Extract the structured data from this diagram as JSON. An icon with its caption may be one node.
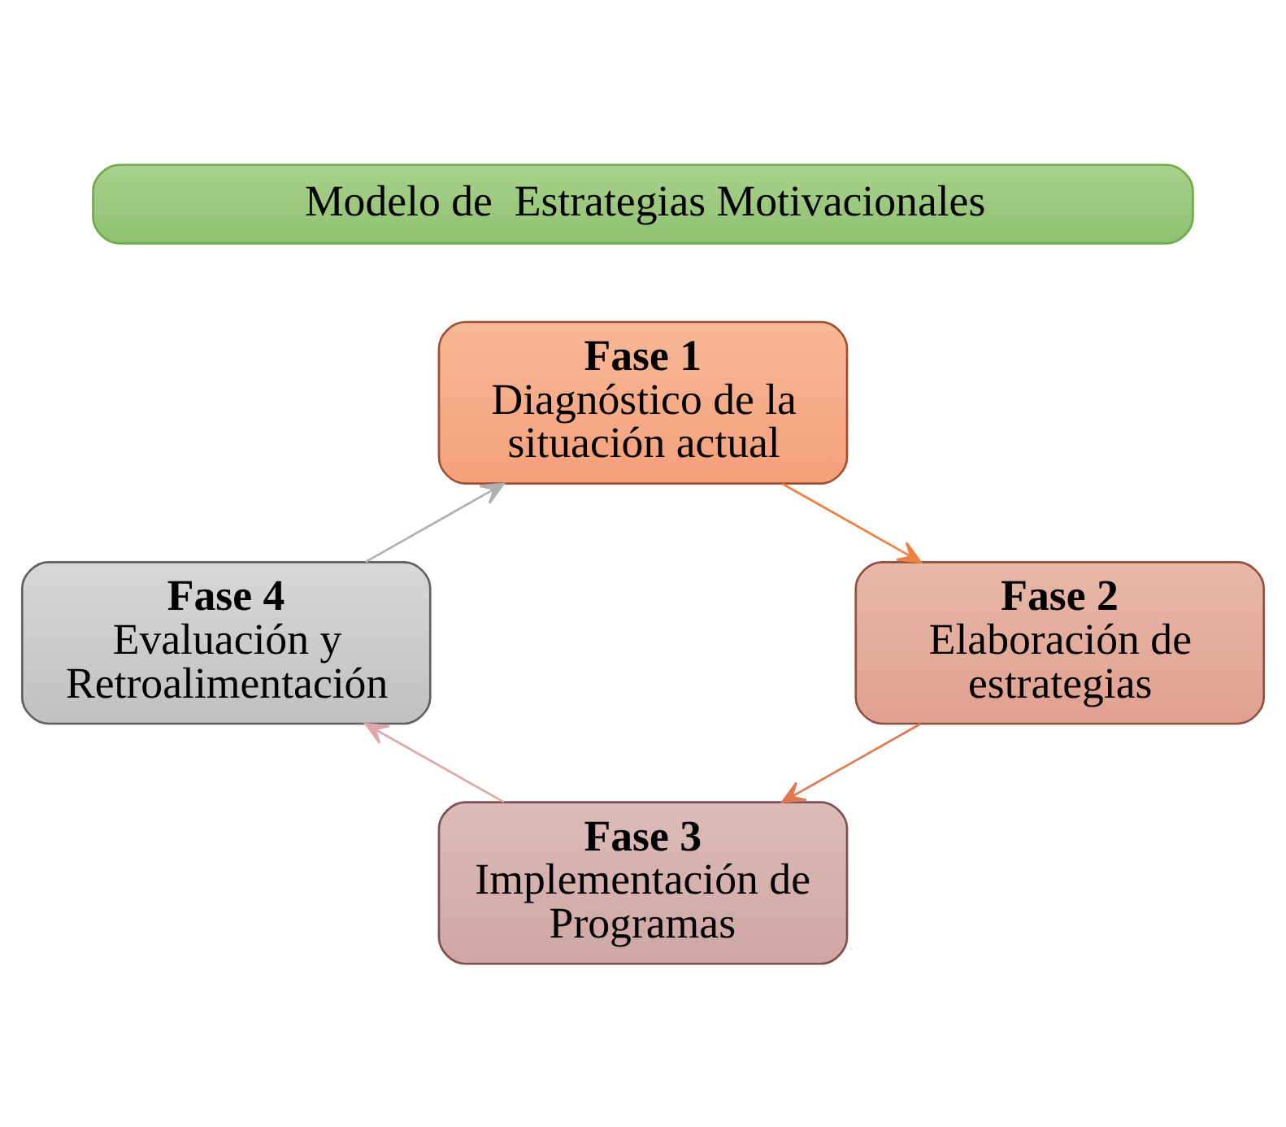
{
  "diagram": {
    "nodes": [
      {
        "text": [
          "Modelo de  Estrategias Motivacionales"
        ]
      },
      {
        "text": [
          "Fase 1",
          "Diagnóstico de la situación actual"
        ]
      },
      {
        "text": [
          "Fase 2",
          "Elaboración de estrategias"
        ]
      },
      {
        "text": [
          "Fase 3",
          "Implementación de Programas"
        ]
      },
      {
        "text": [
          "Fase 4",
          "Evaluación y Retroalimentación"
        ]
      }
    ],
    "edges": [
      {
        "from": 1,
        "to": 2,
        "arrow": "to",
        "color": "#f08040"
      },
      {
        "from": 2,
        "to": 3,
        "arrow": "to",
        "color": "#e07850"
      },
      {
        "from": 3,
        "to": 4,
        "arrow": "to",
        "color": "#e0a8a8"
      },
      {
        "from": 4,
        "to": 1,
        "arrow": "to",
        "color": "#b0b0b0"
      }
    ]
  }
}
